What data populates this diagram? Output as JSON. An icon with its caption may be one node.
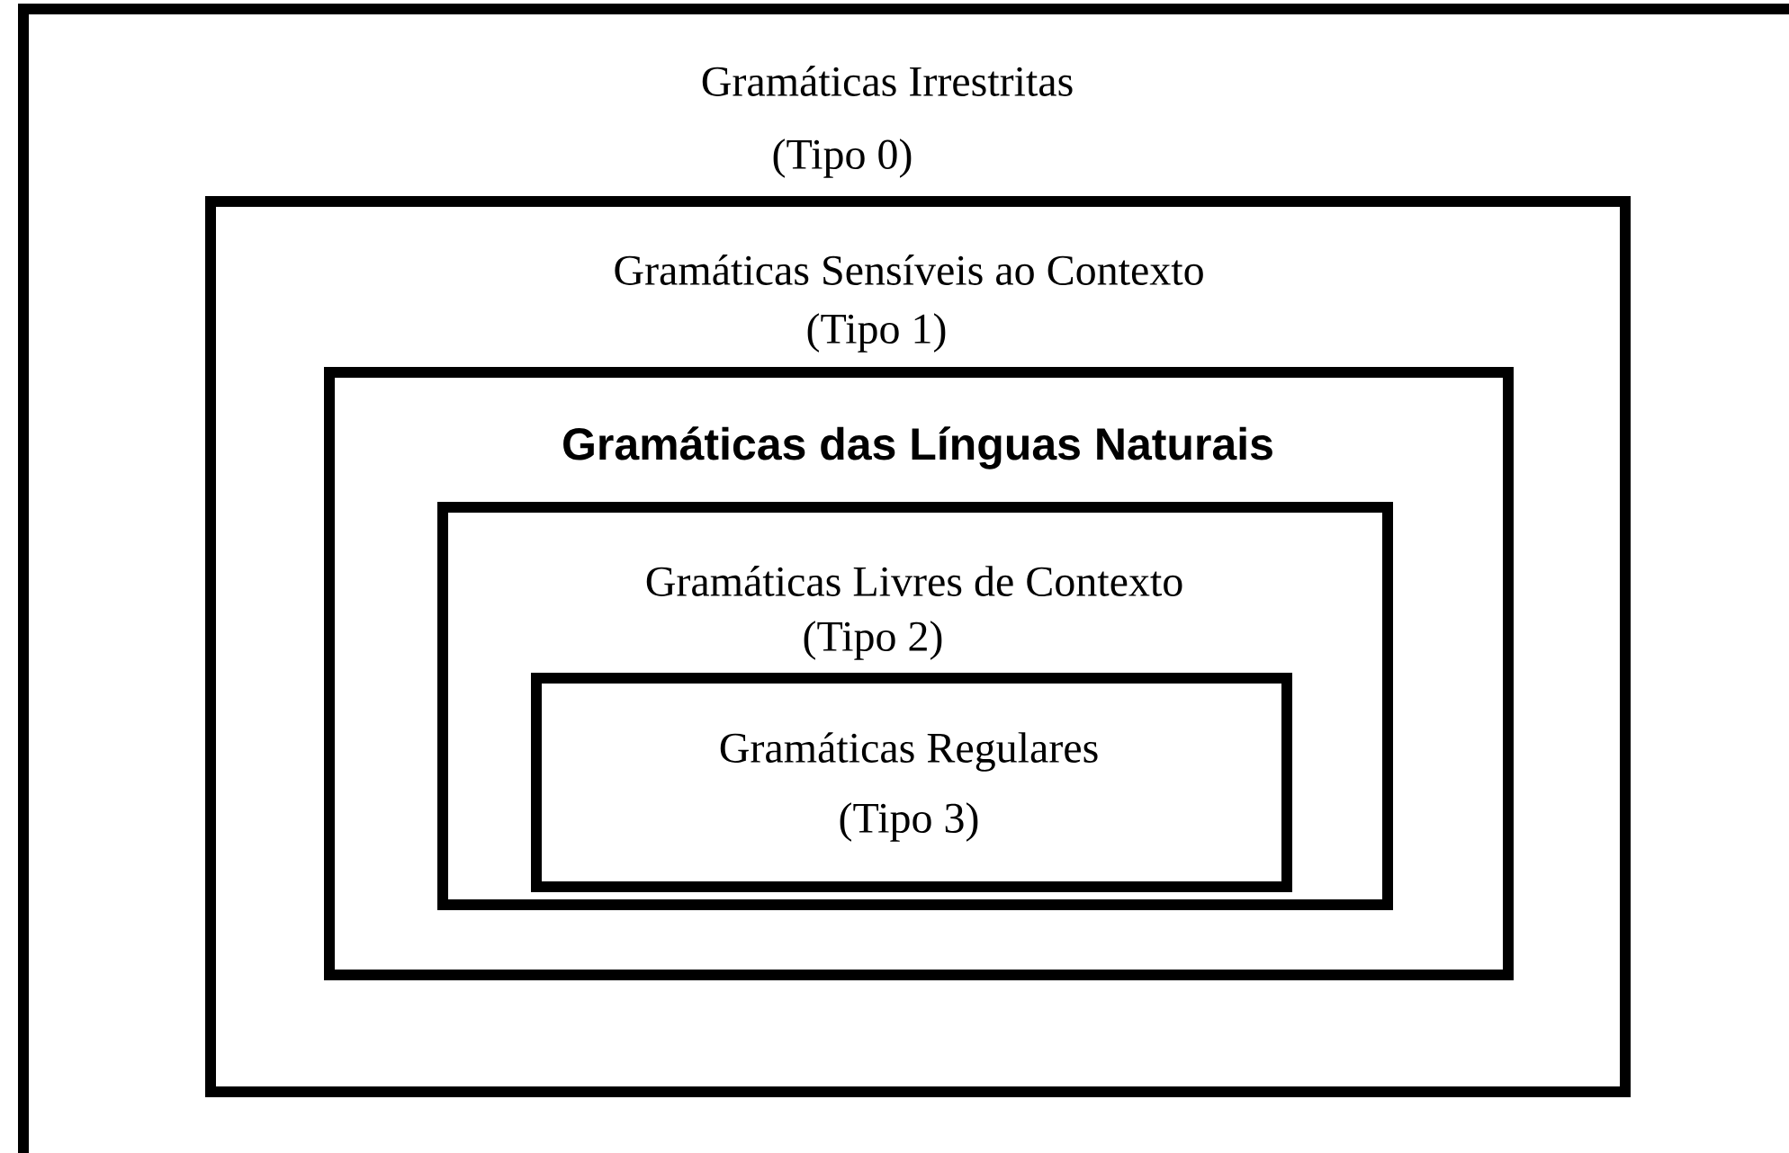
{
  "diagram": {
    "nodes": [
      {
        "text": [
          "Gramáticas Irrestritas",
          "(Tipo 0)"
        ]
      },
      {
        "text": [
          "Gramáticas Sensíveis ao Contexto",
          "(Tipo 1)"
        ],
        "in": 0
      },
      {
        "text": [
          "Gramáticas das Línguas Naturais"
        ],
        "in": 1
      },
      {
        "text": [
          "Gramáticas Livres de Contexto",
          "(Tipo 2)"
        ],
        "in": 2
      },
      {
        "text": [
          "Gramáticas Regulares",
          "(Tipo 3)"
        ],
        "in": 3
      }
    ]
  }
}
